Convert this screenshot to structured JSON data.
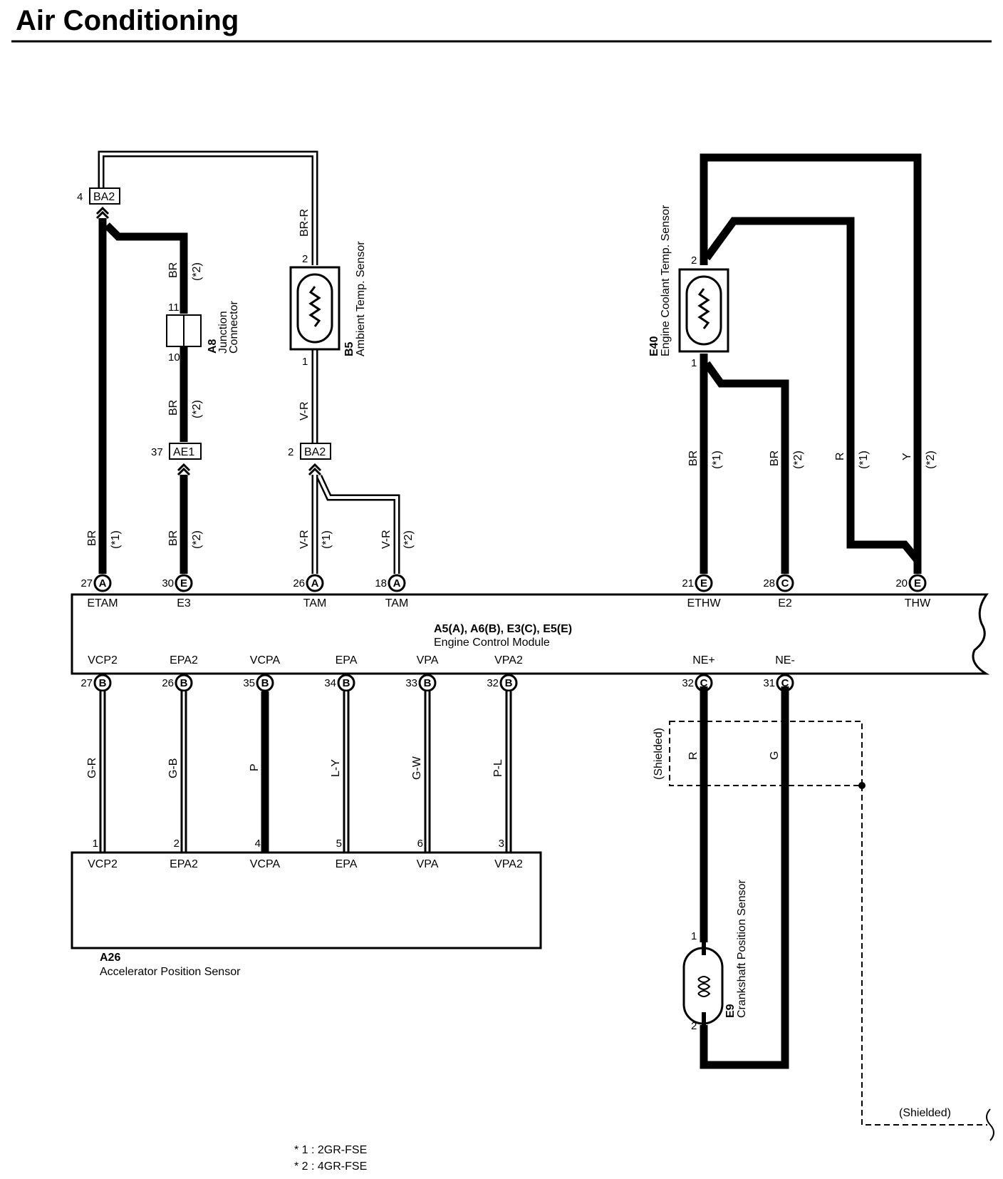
{
  "title": "Air Conditioning",
  "connectors": {
    "ba2_top": {
      "pin": "4",
      "name": "BA2"
    },
    "ba2_mid": {
      "pin": "2",
      "name": "BA2"
    },
    "ae1": {
      "pin": "37",
      "name": "AE1"
    }
  },
  "components": {
    "a8": {
      "code": "A8",
      "name1": "Junction",
      "name2": "Connector",
      "pin_top": "11",
      "pin_bottom": "10"
    },
    "b5": {
      "code": "B5",
      "name": "Ambient Temp. Sensor",
      "pin_top": "2",
      "pin_bottom": "1"
    },
    "e40": {
      "code": "E40",
      "name": "Engine Coolant Temp. Sensor",
      "pin_top": "2",
      "pin_bottom": "1"
    },
    "e9": {
      "code": "E9",
      "name": "Crankshaft Position Sensor",
      "pin_top": "1",
      "pin_bottom": "2"
    },
    "ecm": {
      "code": "A5(A), A6(B), E3(C), E5(E)",
      "name": "Engine Control Module"
    },
    "a26": {
      "code": "A26",
      "name": "Accelerator Position Sensor"
    }
  },
  "wires": {
    "br_r": "BR-R",
    "br_a8_top": "BR",
    "br_a8_top_note": "(*2)",
    "br_a8_bot": "BR",
    "br_a8_bot_note": "(*2)",
    "v_r_b5": "V-R",
    "etam_color": "BR",
    "etam_note": "(*1)",
    "e3_color": "BR",
    "e3_note": "(*2)",
    "tam1_color": "V-R",
    "tam1_note": "(*1)",
    "tam2_color": "V-R",
    "tam2_note": "(*2)",
    "ethw_color": "BR",
    "ethw_note": "(*1)",
    "e2_color": "BR",
    "e2_note": "(*2)",
    "thw1_color": "R",
    "thw1_note": "(*1)",
    "thw2_color": "Y",
    "thw2_note": "(*2)",
    "ne_plus_color": "R",
    "ne_minus_color": "G",
    "vcp2_color": "G-R",
    "epa2_color": "G-B",
    "vcpa_color": "P",
    "epa_color": "L-Y",
    "vpa_color": "G-W",
    "vpa2_color": "P-L"
  },
  "ecm_top_pins": [
    {
      "num": "27",
      "conn": "A",
      "name": "ETAM"
    },
    {
      "num": "30",
      "conn": "E",
      "name": "E3"
    },
    {
      "num": "26",
      "conn": "A",
      "name": "TAM"
    },
    {
      "num": "18",
      "conn": "A",
      "name": "TAM"
    },
    {
      "num": "21",
      "conn": "E",
      "name": "ETHW"
    },
    {
      "num": "28",
      "conn": "C",
      "name": "E2"
    },
    {
      "num": "20",
      "conn": "E",
      "name": "THW"
    }
  ],
  "ecm_bottom_pins": [
    {
      "num": "27",
      "conn": "B",
      "name": "VCP2"
    },
    {
      "num": "26",
      "conn": "B",
      "name": "EPA2"
    },
    {
      "num": "35",
      "conn": "B",
      "name": "VCPA"
    },
    {
      "num": "34",
      "conn": "B",
      "name": "EPA"
    },
    {
      "num": "33",
      "conn": "B",
      "name": "VPA"
    },
    {
      "num": "32",
      "conn": "B",
      "name": "VPA2"
    },
    {
      "num": "32",
      "conn": "C",
      "name": "NE+"
    },
    {
      "num": "31",
      "conn": "C",
      "name": "NE-"
    }
  ],
  "a26_pins": [
    {
      "num": "1",
      "name": "VCP2"
    },
    {
      "num": "2",
      "name": "EPA2"
    },
    {
      "num": "4",
      "name": "VCPA"
    },
    {
      "num": "5",
      "name": "EPA"
    },
    {
      "num": "6",
      "name": "VPA"
    },
    {
      "num": "3",
      "name": "VPA2"
    }
  ],
  "shielded_1": "(Shielded)",
  "shielded_2": "(Shielded)",
  "notes": [
    "* 1 : 2GR-FSE",
    "* 2 : 4GR-FSE"
  ]
}
